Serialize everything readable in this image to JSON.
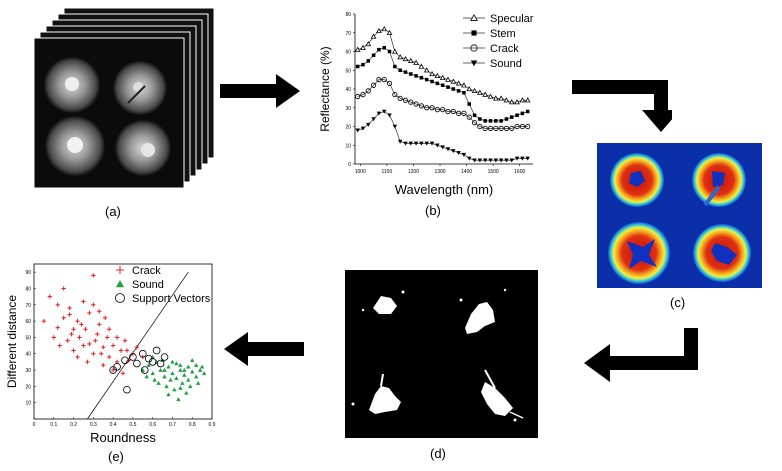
{
  "labels": {
    "a": "(a)",
    "b": "(b)",
    "c": "(c)",
    "d": "(d)",
    "e": "(e)"
  },
  "colors": {
    "arrow": "#000000",
    "crack_red": "#e02020",
    "sound_green": "#20a040",
    "heatmap_bg": "#0a2fa8"
  },
  "chart_data": [
    {
      "type": "line",
      "xlabel": "Wavelength (nm)",
      "ylabel": "Reflectance (%)",
      "xlim": [
        980,
        1650
      ],
      "ylim": [
        0,
        80
      ],
      "xticks": [
        "1000",
        "1100",
        "1200",
        "1300",
        "1400",
        "1500",
        "1600"
      ],
      "yticks": [
        "0",
        "10",
        "20",
        "30",
        "40",
        "50",
        "60",
        "70",
        "80"
      ],
      "x": [
        990,
        1010,
        1030,
        1050,
        1070,
        1090,
        1110,
        1130,
        1150,
        1170,
        1190,
        1210,
        1230,
        1250,
        1270,
        1290,
        1310,
        1330,
        1350,
        1370,
        1390,
        1410,
        1430,
        1450,
        1470,
        1490,
        1510,
        1530,
        1550,
        1570,
        1590,
        1610,
        1630
      ],
      "series": [
        {
          "name": "Specular",
          "marker": "triangle-open",
          "values": [
            61,
            62,
            64,
            68,
            71,
            72,
            70,
            60,
            57,
            56,
            55,
            54,
            52,
            50,
            48,
            47,
            46,
            45,
            44,
            43,
            42,
            40,
            39,
            38,
            37,
            36,
            35,
            35,
            34,
            33,
            33,
            34,
            34
          ]
        },
        {
          "name": "Stem",
          "marker": "square-filled",
          "values": [
            52,
            53,
            55,
            58,
            61,
            62,
            60,
            52,
            50,
            49,
            48,
            47,
            46,
            45,
            44,
            43,
            42,
            41,
            40,
            39,
            38,
            32,
            26,
            24,
            23,
            23,
            23,
            23,
            24,
            25,
            26,
            27,
            28
          ]
        },
        {
          "name": "Crack",
          "marker": "circle-open",
          "values": [
            36,
            37,
            39,
            42,
            45,
            45,
            43,
            37,
            35,
            34,
            33,
            32,
            31,
            30,
            30,
            29,
            29,
            28,
            28,
            27,
            27,
            25,
            22,
            20,
            19,
            19,
            19,
            19,
            19,
            19,
            20,
            20,
            20
          ]
        },
        {
          "name": "Sound",
          "marker": "triangle-down-filled",
          "values": [
            18,
            19,
            21,
            24,
            27,
            28,
            26,
            20,
            12,
            11,
            11,
            11,
            11,
            11,
            11,
            10,
            9,
            8,
            7,
            6,
            5,
            3,
            2,
            2,
            2,
            2,
            2,
            2,
            2,
            2,
            3,
            3,
            3
          ]
        }
      ]
    },
    {
      "type": "scatter",
      "xlabel": "Roundness",
      "ylabel": "Different distance",
      "xlim": [
        0,
        0.9
      ],
      "ylim": [
        0,
        95
      ],
      "xticks": [
        "0",
        "0.1",
        "0.2",
        "0.3",
        "0.4",
        "0.5",
        "0.6",
        "0.7",
        "0.8",
        "0.9"
      ],
      "yticks": [
        "10",
        "20",
        "30",
        "40",
        "50",
        "60",
        "70",
        "80",
        "90"
      ],
      "boundary": [
        [
          0.27,
          0
        ],
        [
          0.78,
          90
        ]
      ],
      "series": [
        {
          "name": "Crack",
          "marker": "plus",
          "points": [
            [
              0.08,
              75
            ],
            [
              0.12,
              70
            ],
            [
              0.15,
              62
            ],
            [
              0.18,
              68
            ],
            [
              0.2,
              55
            ],
            [
              0.22,
              60
            ],
            [
              0.25,
              72
            ],
            [
              0.1,
              50
            ],
            [
              0.13,
              45
            ],
            [
              0.17,
              48
            ],
            [
              0.2,
              42
            ],
            [
              0.23,
              50
            ],
            [
              0.26,
              55
            ],
            [
              0.28,
              46
            ],
            [
              0.3,
              40
            ],
            [
              0.32,
              52
            ],
            [
              0.33,
              58
            ],
            [
              0.35,
              44
            ],
            [
              0.37,
              50
            ],
            [
              0.38,
              38
            ],
            [
              0.4,
              45
            ],
            [
              0.42,
              35
            ],
            [
              0.44,
              42
            ],
            [
              0.46,
              48
            ],
            [
              0.28,
              65
            ],
            [
              0.3,
              70
            ],
            [
              0.33,
              66
            ],
            [
              0.36,
              62
            ],
            [
              0.15,
              80
            ],
            [
              0.3,
              88
            ],
            [
              0.05,
              60
            ],
            [
              0.22,
              38
            ],
            [
              0.27,
              35
            ],
            [
              0.4,
              30
            ],
            [
              0.48,
              36
            ],
            [
              0.5,
              40
            ],
            [
              0.52,
              44
            ],
            [
              0.55,
              38
            ],
            [
              0.35,
              33
            ],
            [
              0.45,
              28
            ],
            [
              0.12,
              56
            ],
            [
              0.19,
              52
            ],
            [
              0.25,
              45
            ],
            [
              0.31,
              48
            ],
            [
              0.34,
              40
            ],
            [
              0.38,
              55
            ],
            [
              0.42,
              50
            ],
            [
              0.47,
              42
            ],
            [
              0.18,
              64
            ],
            [
              0.24,
              58
            ]
          ]
        },
        {
          "name": "Sound",
          "marker": "triangle",
          "points": [
            [
              0.55,
              30
            ],
            [
              0.58,
              33
            ],
            [
              0.6,
              28
            ],
            [
              0.62,
              35
            ],
            [
              0.64,
              30
            ],
            [
              0.66,
              26
            ],
            [
              0.68,
              32
            ],
            [
              0.7,
              28
            ],
            [
              0.72,
              25
            ],
            [
              0.74,
              30
            ],
            [
              0.76,
              27
            ],
            [
              0.78,
              24
            ],
            [
              0.8,
              29
            ],
            [
              0.82,
              26
            ],
            [
              0.84,
              30
            ],
            [
              0.86,
              28
            ],
            [
              0.63,
              22
            ],
            [
              0.67,
              20
            ],
            [
              0.71,
              18
            ],
            [
              0.75,
              22
            ],
            [
              0.79,
              20
            ],
            [
              0.83,
              22
            ],
            [
              0.6,
              38
            ],
            [
              0.65,
              36
            ],
            [
              0.7,
              35
            ],
            [
              0.74,
              33
            ],
            [
              0.78,
              32
            ],
            [
              0.82,
              33
            ],
            [
              0.68,
              15
            ],
            [
              0.73,
              12
            ],
            [
              0.77,
              16
            ],
            [
              0.57,
              26
            ],
            [
              0.61,
              24
            ],
            [
              0.66,
              30
            ],
            [
              0.72,
              34
            ],
            [
              0.8,
              36
            ],
            [
              0.85,
              32
            ],
            [
              0.76,
              30
            ],
            [
              0.69,
              24
            ],
            [
              0.74,
              19
            ]
          ]
        },
        {
          "name": "Support Vectors",
          "marker": "circle-open",
          "points": [
            [
              0.47,
              18
            ],
            [
              0.4,
              30
            ],
            [
              0.46,
              36
            ],
            [
              0.5,
              38
            ],
            [
              0.52,
              34
            ],
            [
              0.55,
              40
            ],
            [
              0.58,
              37
            ],
            [
              0.56,
              30
            ],
            [
              0.6,
              35
            ],
            [
              0.62,
              42
            ],
            [
              0.64,
              34
            ],
            [
              0.66,
              38
            ],
            [
              0.42,
              32
            ]
          ]
        }
      ]
    }
  ]
}
